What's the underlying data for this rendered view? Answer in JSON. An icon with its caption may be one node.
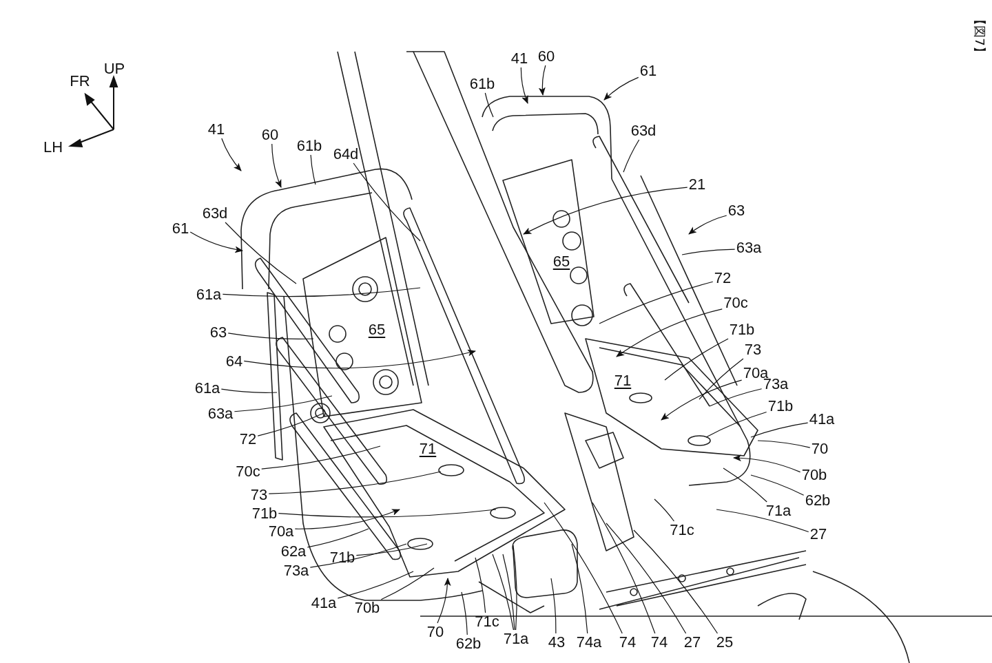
{
  "diagram": {
    "nodes": [
      {
        "text": [
          "41"
        ]
      },
      {
        "text": [
          "60"
        ]
      },
      {
        "text": [
          "61b"
        ]
      },
      {
        "text": [
          "64d"
        ]
      },
      {
        "text": [
          "63d"
        ]
      },
      {
        "text": [
          "61"
        ]
      },
      {
        "text": [
          "41"
        ]
      },
      {
        "text": [
          "60"
        ]
      },
      {
        "text": [
          "61b"
        ]
      },
      {
        "text": [
          "61"
        ]
      },
      {
        "text": [
          "63d"
        ]
      },
      {
        "text": [
          "21"
        ]
      },
      {
        "text": [
          "63"
        ]
      },
      {
        "text": [
          "63a"
        ]
      },
      {
        "text": [
          "72"
        ]
      },
      {
        "text": [
          "70c"
        ]
      },
      {
        "text": [
          "71b"
        ]
      },
      {
        "text": [
          "73"
        ]
      },
      {
        "text": [
          "70a"
        ]
      },
      {
        "text": [
          "73a"
        ]
      },
      {
        "text": [
          "71b"
        ]
      },
      {
        "text": [
          "41a"
        ]
      },
      {
        "text": [
          "70"
        ]
      },
      {
        "text": [
          "70b"
        ]
      },
      {
        "text": [
          "62b"
        ]
      },
      {
        "text": [
          "71a"
        ]
      },
      {
        "text": [
          "71c"
        ]
      },
      {
        "text": [
          "27"
        ]
      },
      {
        "text": [
          "61a"
        ]
      },
      {
        "text": [
          "63"
        ]
      },
      {
        "text": [
          "64"
        ]
      },
      {
        "text": [
          "61a"
        ]
      },
      {
        "text": [
          "63a"
        ]
      },
      {
        "text": [
          "72"
        ]
      },
      {
        "text": [
          "70c"
        ]
      },
      {
        "text": [
          "73"
        ]
      },
      {
        "text": [
          "71b"
        ]
      },
      {
        "text": [
          "70a"
        ]
      },
      {
        "text": [
          "62a"
        ]
      },
      {
        "text": [
          "73a"
        ]
      },
      {
        "text": [
          "71b"
        ]
      },
      {
        "text": [
          "41a"
        ]
      },
      {
        "text": [
          "70b"
        ]
      },
      {
        "text": [
          "70"
        ]
      },
      {
        "text": [
          "62b"
        ]
      },
      {
        "text": [
          "71c"
        ]
      },
      {
        "text": [
          "71a"
        ]
      },
      {
        "text": [
          "43"
        ]
      },
      {
        "text": [
          "74a"
        ]
      },
      {
        "text": [
          "74"
        ]
      },
      {
        "text": [
          "74"
        ]
      },
      {
        "text": [
          "27"
        ]
      },
      {
        "text": [
          "25"
        ]
      }
    ],
    "edges": [
      {
        "from": 0,
        "to": null,
        "arrow": "to"
      },
      {
        "from": 1,
        "to": null,
        "arrow": "to"
      },
      {
        "from": 2,
        "to": null,
        "arrow": "none"
      },
      {
        "from": 3,
        "to": null,
        "arrow": "none"
      },
      {
        "from": 4,
        "to": null,
        "arrow": "none"
      },
      {
        "from": 5,
        "to": null,
        "arrow": "to"
      },
      {
        "from": 6,
        "to": null,
        "arrow": "to"
      },
      {
        "from": 7,
        "to": null,
        "arrow": "to"
      },
      {
        "from": 8,
        "to": null,
        "arrow": "none"
      },
      {
        "from": 9,
        "to": null,
        "arrow": "to"
      },
      {
        "from": 10,
        "to": null,
        "arrow": "none"
      },
      {
        "from": 11,
        "to": null,
        "arrow": "to"
      },
      {
        "from": 12,
        "to": null,
        "arrow": "to"
      },
      {
        "from": 13,
        "to": null,
        "arrow": "none"
      },
      {
        "from": 14,
        "to": null,
        "arrow": "none"
      },
      {
        "from": 15,
        "to": null,
        "arrow": "to"
      },
      {
        "from": 16,
        "to": null,
        "arrow": "none"
      },
      {
        "from": 17,
        "to": null,
        "arrow": "none"
      },
      {
        "from": 18,
        "to": null,
        "arrow": "to"
      },
      {
        "from": 19,
        "to": null,
        "arrow": "none"
      },
      {
        "from": 20,
        "to": null,
        "arrow": "none"
      },
      {
        "from": 21,
        "to": null,
        "arrow": "none"
      },
      {
        "from": 22,
        "to": null,
        "arrow": "none"
      },
      {
        "from": 23,
        "to": null,
        "arrow": "to"
      },
      {
        "from": 24,
        "to": null,
        "arrow": "none"
      },
      {
        "from": 25,
        "to": null,
        "arrow": "none"
      },
      {
        "from": 26,
        "to": null,
        "arrow": "none"
      },
      {
        "from": 27,
        "to": null,
        "arrow": "none"
      },
      {
        "from": 28,
        "to": null,
        "arrow": "none"
      },
      {
        "from": 29,
        "to": null,
        "arrow": "none"
      },
      {
        "from": 30,
        "to": null,
        "arrow": "to"
      },
      {
        "from": 31,
        "to": null,
        "arrow": "none"
      },
      {
        "from": 32,
        "to": null,
        "arrow": "none"
      },
      {
        "from": 33,
        "to": null,
        "arrow": "none"
      },
      {
        "from": 34,
        "to": null,
        "arrow": "none"
      },
      {
        "from": 35,
        "to": null,
        "arrow": "none"
      },
      {
        "from": 36,
        "to": null,
        "arrow": "none"
      },
      {
        "from": 37,
        "to": null,
        "arrow": "to"
      },
      {
        "from": 38,
        "to": null,
        "arrow": "none"
      },
      {
        "from": 39,
        "to": null,
        "arrow": "none"
      },
      {
        "from": 40,
        "to": null,
        "arrow": "none"
      },
      {
        "from": 41,
        "to": null,
        "arrow": "none"
      },
      {
        "from": 42,
        "to": null,
        "arrow": "none"
      },
      {
        "from": 43,
        "to": null,
        "arrow": "to"
      },
      {
        "from": 44,
        "to": null,
        "arrow": "none"
      },
      {
        "from": 45,
        "to": null,
        "arrow": "none"
      },
      {
        "from": 46,
        "to": null,
        "arrow": "none"
      },
      {
        "from": 46,
        "to": null,
        "arrow": "none"
      },
      {
        "from": 46,
        "to": null,
        "arrow": "none"
      },
      {
        "from": 47,
        "to": null,
        "arrow": "none"
      },
      {
        "from": 48,
        "to": null,
        "arrow": "none"
      },
      {
        "from": 49,
        "to": null,
        "arrow": "none"
      },
      {
        "from": 50,
        "to": null,
        "arrow": "none"
      },
      {
        "from": 51,
        "to": null,
        "arrow": "none"
      },
      {
        "from": 52,
        "to": null,
        "arrow": "none"
      }
    ],
    "labels": [
      "FR",
      "UP",
      "LH",
      "【図7】",
      "65",
      "65",
      "71",
      "71"
    ]
  }
}
